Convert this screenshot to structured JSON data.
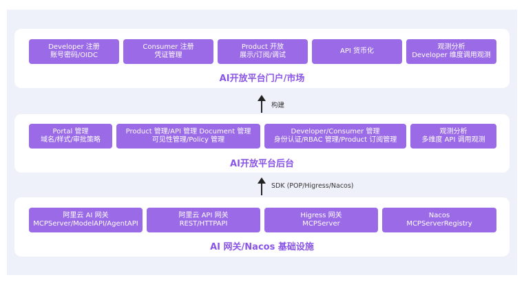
{
  "portal": {
    "title": "AI开放平台门户/市场",
    "boxes": [
      {
        "line1": "Developer 注册",
        "line2": "账号密码/OIDC"
      },
      {
        "line1": "Consumer 注册",
        "line2": "凭证管理"
      },
      {
        "line1": "Product 开放",
        "line2": "展示/订阅/调试"
      },
      {
        "line1": "API 货币化",
        "line2": ""
      },
      {
        "line1": "观测分析",
        "line2": "Developer 维度调用观测"
      }
    ]
  },
  "arrow1": {
    "label": "构建"
  },
  "admin": {
    "title": "AI开放平台后台",
    "boxes": [
      {
        "line1": "Portal 管理",
        "line2": "域名/样式/审批策略"
      },
      {
        "line1": "Product 管理/API 管理 Document 管理",
        "line2": "可见性管理/Policy 管理"
      },
      {
        "line1": "Developer/Consumer 管理",
        "line2": "身份认证/RBAC 管理/Product 订阅管理"
      },
      {
        "line1": "观测分析",
        "line2": "多维度 API 调用观测"
      }
    ]
  },
  "arrow2": {
    "label": "SDK (POP/Higress/Nacos)"
  },
  "gateway": {
    "title": "AI 网关/Nacos 基础设施",
    "boxes": [
      {
        "line1": "阿里云 AI 网关",
        "line2": "MCPServer/ModelAPI/AgentAPI"
      },
      {
        "line1": "阿里云 API 网关",
        "line2": "REST/HTTPAPI"
      },
      {
        "line1": "Higress 网关",
        "line2": "MCPServer"
      },
      {
        "line1": "Nacos",
        "line2": "MCPServerRegistry"
      }
    ]
  },
  "colors": {
    "box": "#9b6ae6",
    "title": "#8a55e6",
    "background": "#eff1fa"
  }
}
